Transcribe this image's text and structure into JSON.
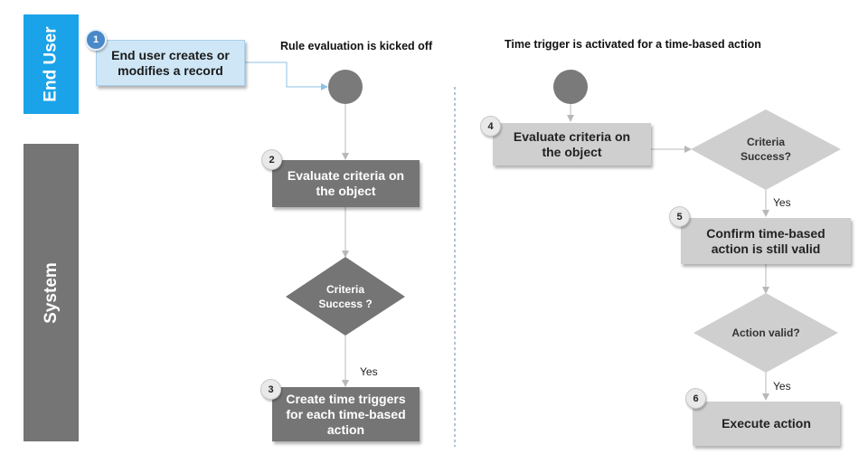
{
  "lanes": {
    "end_user": "End User",
    "system": "System"
  },
  "headings": {
    "left": "Rule evaluation  is kicked  off",
    "right": "Time trigger  is activated  for  a time-based  action"
  },
  "steps": [
    {
      "num": "1",
      "text": "End user creates or modifies a record"
    },
    {
      "num": "2",
      "text": "Evaluate criteria on the object"
    },
    {
      "num": "3",
      "text": "Create time triggers for each time-based action"
    },
    {
      "num": "4",
      "text": "Evaluate criteria on the object"
    },
    {
      "num": "5",
      "text": "Confirm time-based action is still valid"
    },
    {
      "num": "6",
      "text": "Execute action"
    }
  ],
  "decisions": [
    {
      "text": "Criteria Success ?"
    },
    {
      "text": "Criteria Success?"
    },
    {
      "text": "Action valid?"
    }
  ],
  "yes_labels": [
    "Yes",
    "Yes",
    "Yes"
  ],
  "colors": {
    "end_user_lane": "#1aa3e8",
    "system_lane": "#757575",
    "dark_step": "#757575",
    "light_step": "#cfcfcf",
    "start_node": "#7a7a7a"
  }
}
